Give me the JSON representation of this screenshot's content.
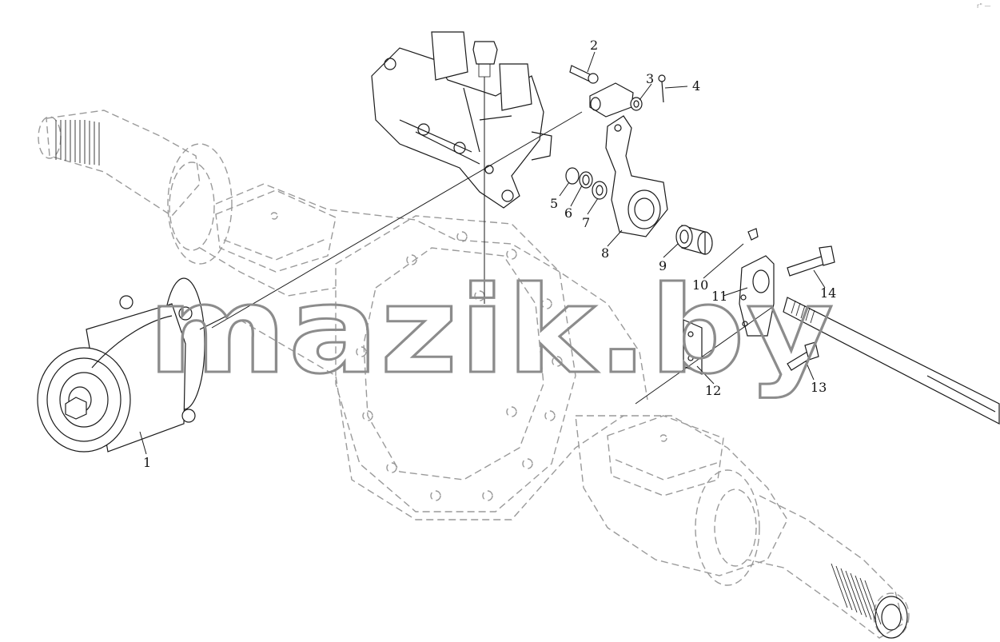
{
  "diagram": {
    "callouts": [
      "1",
      "2",
      "3",
      "4",
      "5",
      "6",
      "7",
      "8",
      "9",
      "10",
      "11",
      "12",
      "13",
      "14"
    ],
    "watermark": "mazik.by",
    "corner_mark": "r\" —",
    "colors": {
      "line": "#1a1a1a",
      "hidden_body": "#9a9a9a",
      "watermark": "#8c8c8c",
      "background": "#ffffff"
    }
  }
}
